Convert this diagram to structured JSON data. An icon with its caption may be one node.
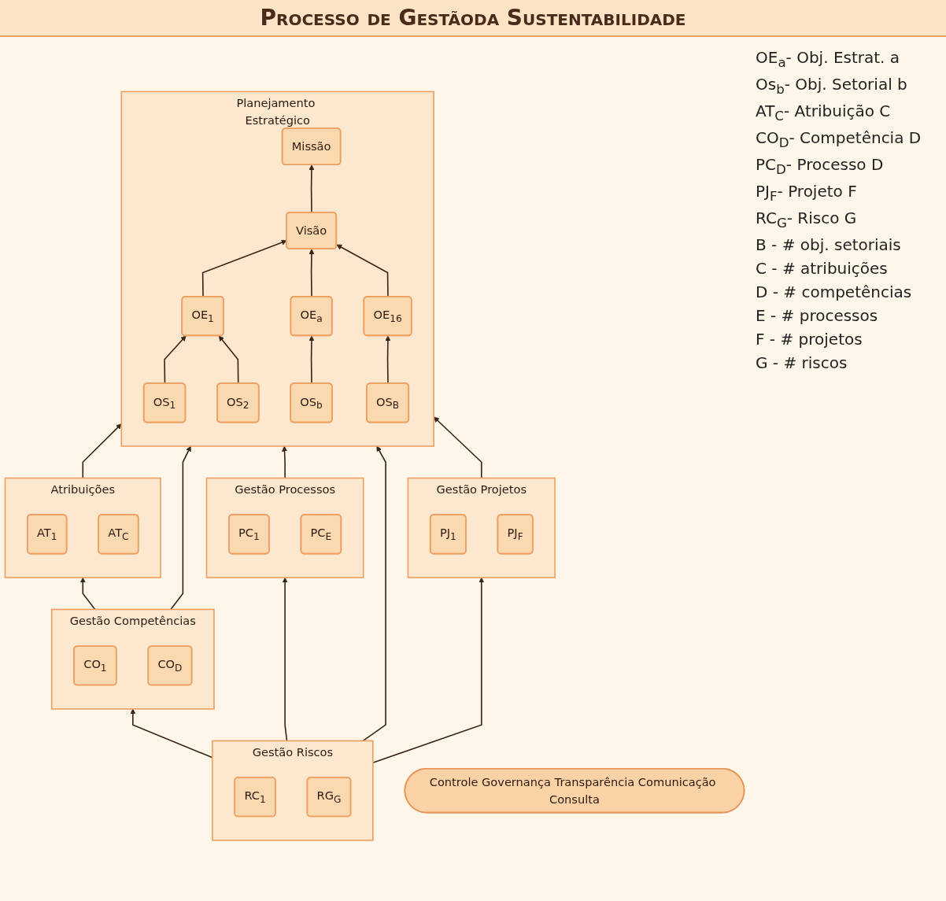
{
  "diagram": {
    "title": "Processo de Gestãoda Sustentabilidade",
    "nodes": [
      {
        "text": [
          "Planejamento Estratégico"
        ]
      },
      {
        "text": [
          "Missão"
        ],
        "in": 0
      },
      {
        "text": [
          "Visão"
        ],
        "in": 0
      },
      {
        "text": [
          "OE$_{1}$"
        ],
        "in": 0
      },
      {
        "text": [
          "OE$_{a}$"
        ],
        "in": 0
      },
      {
        "text": [
          "OE$_{16}$"
        ],
        "in": 0
      },
      {
        "text": [
          "OS$_{1}$"
        ],
        "in": 0
      },
      {
        "text": [
          "OS$_{2}$"
        ],
        "in": 0
      },
      {
        "text": [
          "OS$_{b}$"
        ],
        "in": 0
      },
      {
        "text": [
          "OS$_{B}$"
        ],
        "in": 0
      },
      {
        "text": [
          "Controle Governança Transparência Comunicação Consulta"
        ]
      },
      {
        "text": [
          "Atribuições"
        ]
      },
      {
        "text": [
          "AT$_{1}$"
        ],
        "in": 11
      },
      {
        "text": [
          "AT$_{C}$"
        ],
        "in": 11
      },
      {
        "text": [
          "Gestão Competências"
        ]
      },
      {
        "text": [
          "CO$_{1}$"
        ],
        "in": 14
      },
      {
        "text": [
          "CO$_{D}$"
        ],
        "in": 14
      },
      {
        "text": [
          "Gestão Processos"
        ]
      },
      {
        "text": [
          "PC$_{1}$"
        ],
        "in": 17
      },
      {
        "text": [
          "PC$_{E}$"
        ],
        "in": 17
      },
      {
        "text": [
          "Gestão Projetos"
        ]
      },
      {
        "text": [
          "PJ$_{1}$"
        ],
        "in": 20
      },
      {
        "text": [
          "PJ$_{F}$"
        ],
        "in": 20
      },
      {
        "text": [
          "Gestão Riscos"
        ]
      },
      {
        "text": [
          "RC$_{1}$"
        ],
        "in": 23
      },
      {
        "text": [
          "RG$_{G}$"
        ],
        "in": 23
      }
    ],
    "edges": [
      {
        "from": 2,
        "to": 1,
        "arrow": "to"
      },
      {
        "from": 3,
        "to": 2,
        "arrow": "to"
      },
      {
        "from": 4,
        "to": 2,
        "arrow": "to"
      },
      {
        "from": 5,
        "to": 2,
        "arrow": "to"
      },
      {
        "from": 6,
        "to": 3,
        "arrow": "to"
      },
      {
        "from": 7,
        "to": 3,
        "arrow": "to"
      },
      {
        "from": 8,
        "to": 4,
        "arrow": "to"
      },
      {
        "from": 9,
        "to": 5,
        "arrow": "to"
      },
      {
        "from": 11,
        "to": 0,
        "arrow": "to"
      },
      {
        "from": 14,
        "to": 0,
        "arrow": "to"
      },
      {
        "from": 14,
        "to": 11,
        "arrow": "to"
      },
      {
        "from": 17,
        "to": 0,
        "arrow": "to"
      },
      {
        "from": 23,
        "to": 0,
        "arrow": "to"
      },
      {
        "from": 20,
        "to": 0,
        "arrow": "to"
      },
      {
        "from": 23,
        "to": 14,
        "arrow": "to"
      },
      {
        "from": 23,
        "to": 17,
        "arrow": "to"
      },
      {
        "from": 23,
        "to": 20,
        "arrow": "to"
      }
    ],
    "labels": [
      "OE$_{a}$- Obj. Estrat. a",
      "Os$_{b}$- Obj. Setorial b",
      "AT$_{C}$- Atribuição C",
      "CO$_{D}$- Competência D",
      "PC$_{D}$- Processo D",
      "PJ$_{F}$- Projeto F",
      "RC$_{G}$- Risco G",
      "B - # obj. setoriais",
      "C - # atribuições",
      "D - # competências",
      "E - # processos",
      "F - # projetos",
      "G - # riscos"
    ]
  }
}
